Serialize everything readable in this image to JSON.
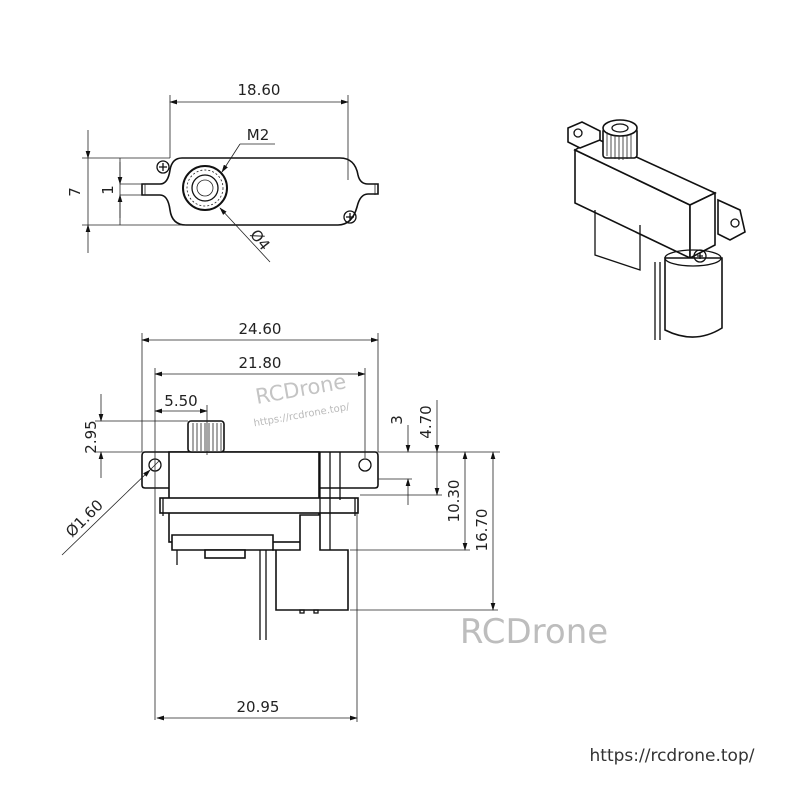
{
  "top_view": {
    "width_dim": "18.60",
    "height_dim": "7",
    "tab_dim": "1",
    "thread_label": "M2",
    "shaft_dim": "Ø4"
  },
  "front_view": {
    "overall_width_dim": "24.60",
    "hole_spacing_dim": "21.80",
    "shaft_offset_dim": "5.50",
    "spline_height_dim": "2.95",
    "hole_diameter_dim": "Ø1.60",
    "flange_dim": "3",
    "flange_thickness_dim": "4.70",
    "upper_body_dim": "10.30",
    "total_body_dim": "16.70",
    "body_width_dim": "20.95"
  },
  "watermarks": {
    "brand_small": "RCDrone",
    "url_small": "https://rcdrone.top/",
    "brand_large": "RCDrone",
    "url_footer": "https://rcdrone.top/"
  }
}
